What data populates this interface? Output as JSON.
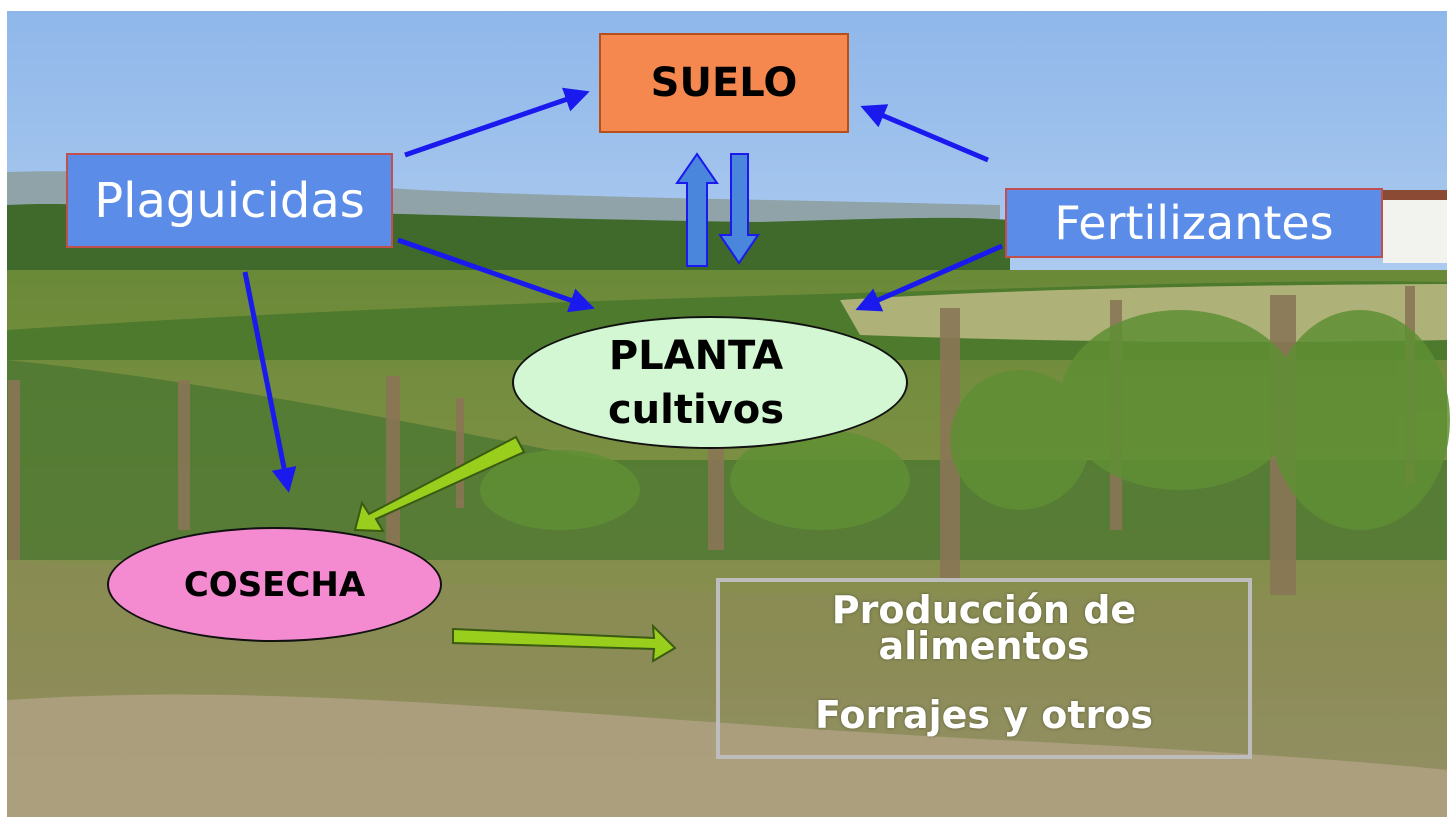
{
  "diagram": {
    "suelo": "SUELO",
    "plaguicidas": "Plaguicidas",
    "fertilizantes": "Fertilizantes",
    "planta_line1": "PLANTA",
    "planta_line2": "cultivos",
    "cosecha": "COSECHA",
    "produccion_line1": "Producción de alimentos",
    "produccion_line2": "Forrajes y otros"
  },
  "colors": {
    "arrow_blue": "#1a1aef",
    "arrow_green": "#9ace1c",
    "box_blue": "#5b8de8",
    "box_orange": "#f4884f",
    "ellipse_green": "#d2f7d2",
    "ellipse_pink": "#f48ad0"
  }
}
